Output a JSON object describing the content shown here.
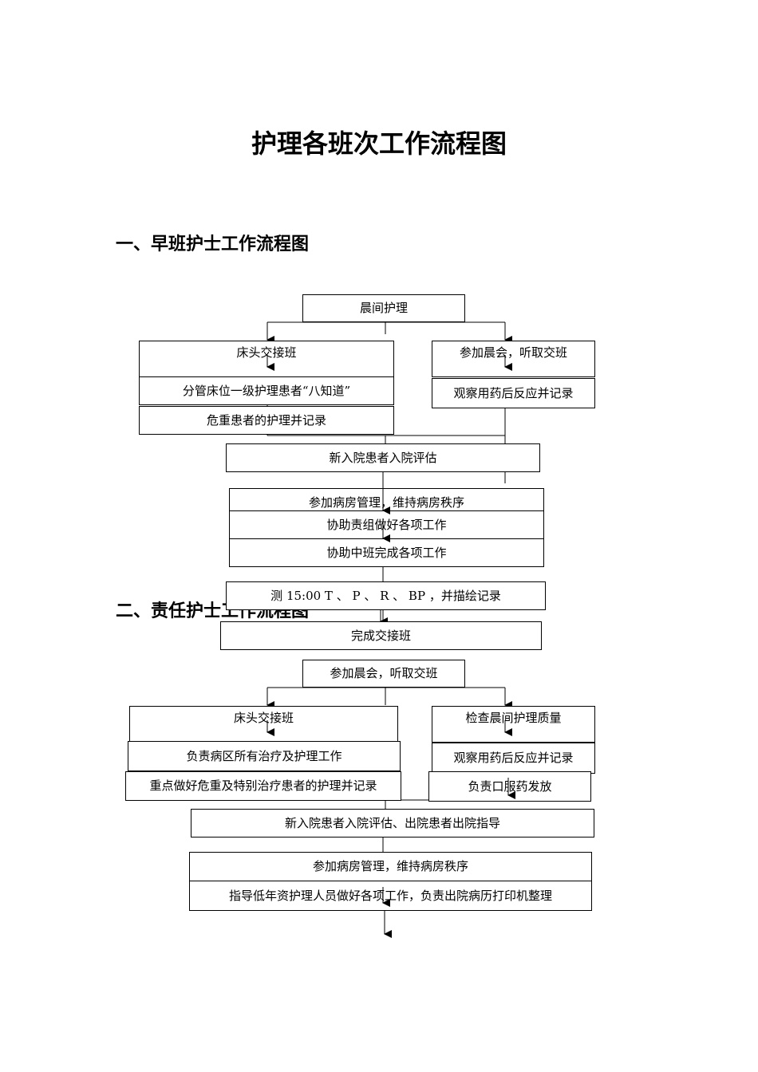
{
  "page_title": "护理各班次工作流程图",
  "sections": [
    {
      "heading": "一、早班护士工作流程图",
      "nodes": {
        "start": "晨间护理",
        "left_1": "床头交接班",
        "left_2": "分管床位一级护理患者“八知道”",
        "left_3": "危重患者的护理并记录",
        "right_1": "参加晨会，听取交班",
        "right_2": "观察用药后反应并记录",
        "center_1": "新入院患者入院评估",
        "center_2": "参加病房管理，维持病房秩序",
        "center_3": "协助责组做好各项工作",
        "center_4": "协助中班完成各项工作",
        "center_5": "测 15:00 T 、 P 、 R 、 BP ，并描绘记录",
        "center_6": "完成交接班"
      }
    },
    {
      "heading": "二、责任护士工作流程图",
      "nodes": {
        "start": "参加晨会，听取交班",
        "left_1": "床头交接班",
        "left_2": "负责病区所有治疗及护理工作",
        "left_3": "重点做好危重及特别治疗患者的护理并记录",
        "right_1": "检查晨间护理质量",
        "right_2": "观察用药后反应并记录",
        "right_3": "负责口服药发放",
        "center_1": "新入院患者入院评估、出院患者出院指导",
        "center_2": "参加病房管理，维持病房秩序",
        "center_3": "指导低年资护理人员做好各项工作，负责出院病历打印机整理"
      }
    }
  ]
}
